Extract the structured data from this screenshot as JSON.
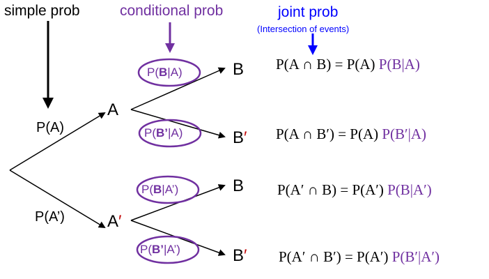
{
  "headers": {
    "simple": "simple prob",
    "conditional": "conditional prob",
    "joint": "joint prob",
    "joint_sub": "(Intersection of events)"
  },
  "branches": {
    "p_a": "P(A)",
    "p_a_prime": "P(A’)"
  },
  "nodes": {
    "a": "A",
    "a_prime_base": "A",
    "b1": "B",
    "b2_base": "B",
    "b3": "B",
    "b4_base": "B",
    "prime": "′"
  },
  "conditional_labels": {
    "p_open": "P(",
    "b": "B",
    "b_prime": "B’",
    "bar": "|",
    "a": "A",
    "a_prime": "A’",
    "close": ")"
  },
  "equations": {
    "eq1": {
      "lhs": "P(A ∩ B) = P(A)",
      "rhs": "P(B|A)"
    },
    "eq2": {
      "lhs": "P(A ∩ B′) = P(A)",
      "rhs": "P(B′|A)"
    },
    "eq3": {
      "lhs": "P(A′ ∩ B) = P(A′)",
      "rhs": "P(B|A′)"
    },
    "eq4": {
      "lhs": "P(A′ ∩ B′) = P(A′)",
      "rhs": "P(B′|A′)"
    }
  },
  "colors": {
    "conditional": "#7030A0",
    "joint": "#0000FF",
    "prime": "#C00000",
    "tree": "#000000"
  }
}
